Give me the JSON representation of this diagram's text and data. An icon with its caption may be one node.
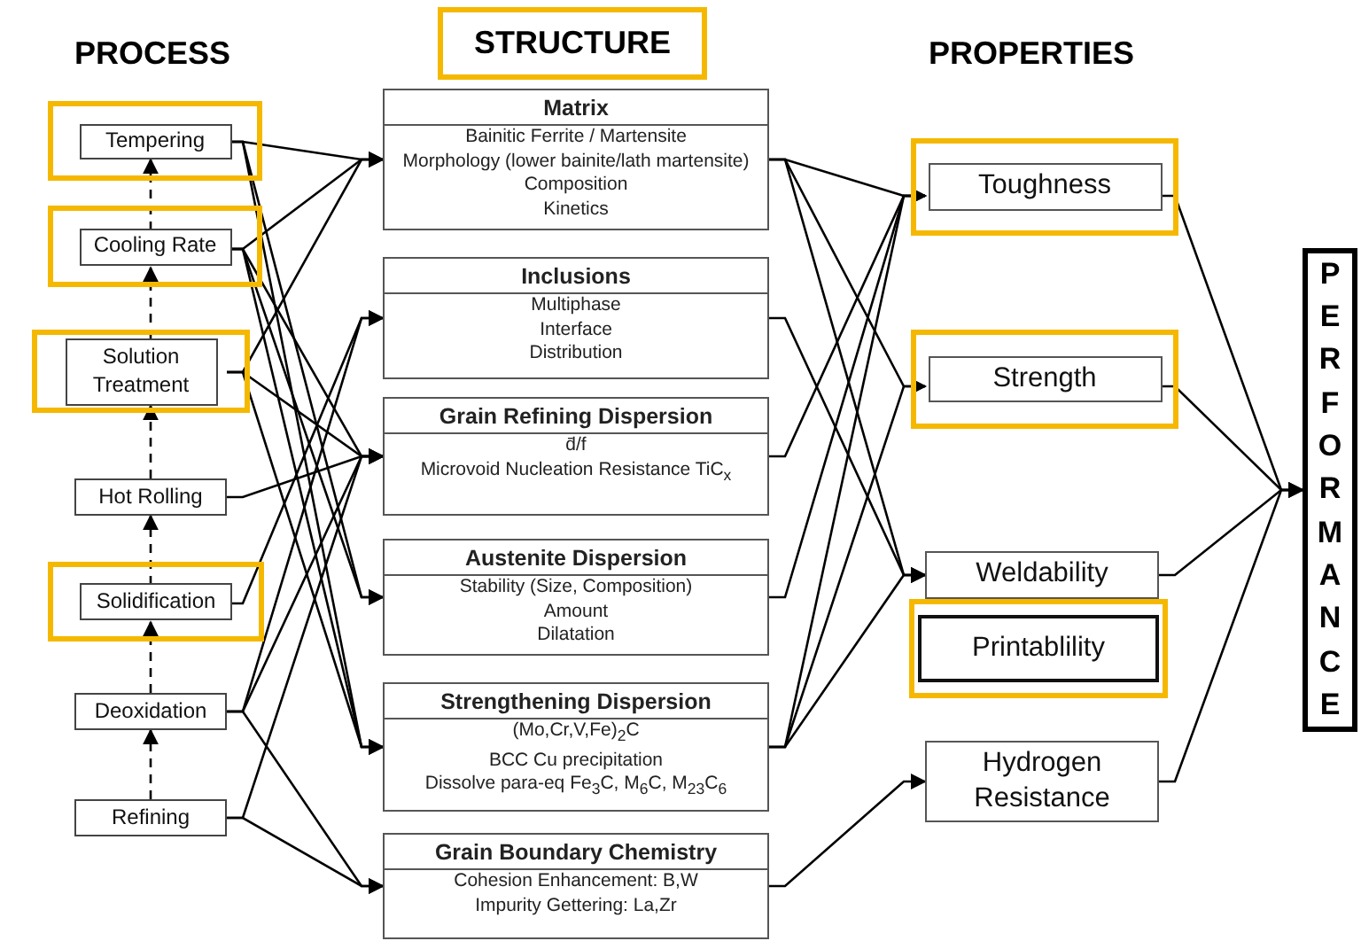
{
  "diagram": {
    "nodes": [
      {
        "text": [],
        "shape": "box"
      },
      {
        "text": [
          "Tempering"
        ],
        "in": 0
      },
      {
        "text": [],
        "shape": "box"
      },
      {
        "text": [
          "Cooling Rate"
        ],
        "in": 2
      },
      {
        "text": [],
        "shape": "box"
      },
      {
        "text": [
          "Solution Treatment"
        ],
        "in": 4
      },
      {
        "text": [
          "Hot Rolling"
        ]
      },
      {
        "text": [],
        "shape": "box"
      },
      {
        "text": [
          "Solidification"
        ],
        "in": 7
      },
      {
        "text": [
          "Deoxidation"
        ]
      },
      {
        "text": [
          "Refining"
        ]
      },
      {
        "text": [
          "STRUCTURE"
        ]
      },
      {
        "text": [
          "Matrix",
          "Bainitic Ferrite / Martensite",
          "Morphology (lower bainite/lath martensite)",
          "Composition",
          "Kinetics"
        ]
      },
      {
        "text": [
          "Inclusions",
          "Multiphase",
          "Interface",
          "Distribution"
        ]
      },
      {
        "text": [
          "Grain Refining Dispersion",
          "d̄/f",
          "Microvoid Nucleation Resistance TiC$_{x}$"
        ]
      },
      {
        "text": [
          "Austenite Dispersion",
          "Stability (Size, Composition)",
          "Amount",
          "Dilatation"
        ]
      },
      {
        "text": [
          "Strengthening Dispersion",
          "(Mo,Cr,V,Fe)$_{2}$C",
          "BCC Cu precipitation",
          "Dissolve para-eq Fe$_{3}$C, M$_{6}$C, M$_{23}$C$_{6}$"
        ]
      },
      {
        "text": [
          "Grain Boundary Chemistry",
          "Cohesion Enhancement: B,W",
          "Impurity Gettering: La,Zr"
        ]
      },
      {
        "text": [],
        "shape": "box"
      },
      {
        "text": [
          "Toughness"
        ],
        "in": 18
      },
      {
        "text": [],
        "shape": "box"
      },
      {
        "text": [
          "Strength"
        ],
        "in": 20
      },
      {
        "text": [
          "Weldability"
        ]
      },
      {
        "text": [],
        "shape": "box"
      },
      {
        "text": [
          "Printablility"
        ],
        "in": 23
      },
      {
        "text": [
          "Hydrogen Resistance"
        ]
      },
      {
        "text": [
          "PERFORMANCE"
        ]
      }
    ],
    "edges": [
      {
        "from": 10,
        "to": 9,
        "arrow": "to",
        "style": "dashed"
      },
      {
        "from": 9,
        "to": 8,
        "arrow": "to",
        "style": "dashed"
      },
      {
        "from": 8,
        "to": 6,
        "arrow": "to",
        "style": "dashed"
      },
      {
        "from": 6,
        "to": 5,
        "arrow": "to",
        "style": "dashed"
      },
      {
        "from": 5,
        "to": 3,
        "arrow": "to",
        "style": "dashed"
      },
      {
        "from": 3,
        "to": 1,
        "arrow": "to",
        "style": "dashed"
      },
      {
        "from": 1,
        "to": 12,
        "arrow": "to"
      },
      {
        "from": 1,
        "to": 15,
        "arrow": "to"
      },
      {
        "from": 1,
        "to": 16,
        "arrow": "to"
      },
      {
        "from": 3,
        "to": 12,
        "arrow": "to"
      },
      {
        "from": 3,
        "to": 14,
        "arrow": "to"
      },
      {
        "from": 3,
        "to": 15,
        "arrow": "to"
      },
      {
        "from": 3,
        "to": 16,
        "arrow": "to"
      },
      {
        "from": 5,
        "to": 12,
        "arrow": "to"
      },
      {
        "from": 5,
        "to": 14,
        "arrow": "to"
      },
      {
        "from": 5,
        "to": 16,
        "arrow": "to"
      },
      {
        "from": 6,
        "to": 14,
        "arrow": "to"
      },
      {
        "from": 8,
        "to": 13,
        "arrow": "to"
      },
      {
        "from": 9,
        "to": 13,
        "arrow": "to"
      },
      {
        "from": 9,
        "to": 14,
        "arrow": "to"
      },
      {
        "from": 9,
        "to": 17,
        "arrow": "to"
      },
      {
        "from": 10,
        "to": 14,
        "arrow": "to"
      },
      {
        "from": 10,
        "to": 17,
        "arrow": "to"
      },
      {
        "from": 12,
        "to": 19,
        "arrow": "to"
      },
      {
        "from": 12,
        "to": 21,
        "arrow": "to"
      },
      {
        "from": 12,
        "to": 22,
        "arrow": "to"
      },
      {
        "from": 13,
        "to": 22,
        "arrow": "to"
      },
      {
        "from": 14,
        "to": 19,
        "arrow": "to"
      },
      {
        "from": 15,
        "to": 19,
        "arrow": "to"
      },
      {
        "from": 16,
        "to": 19,
        "arrow": "to"
      },
      {
        "from": 16,
        "to": 21,
        "arrow": "to"
      },
      {
        "from": 16,
        "to": 22,
        "arrow": "to"
      },
      {
        "from": 17,
        "to": 25,
        "arrow": "to"
      },
      {
        "from": 19,
        "to": 26,
        "arrow": "to"
      },
      {
        "from": 21,
        "to": 26,
        "arrow": "to"
      },
      {
        "from": 22,
        "to": 26,
        "arrow": "to"
      },
      {
        "from": 25,
        "to": 26,
        "arrow": "to"
      }
    ],
    "labels": [
      "PROCESS",
      "PROPERTIES"
    ]
  }
}
